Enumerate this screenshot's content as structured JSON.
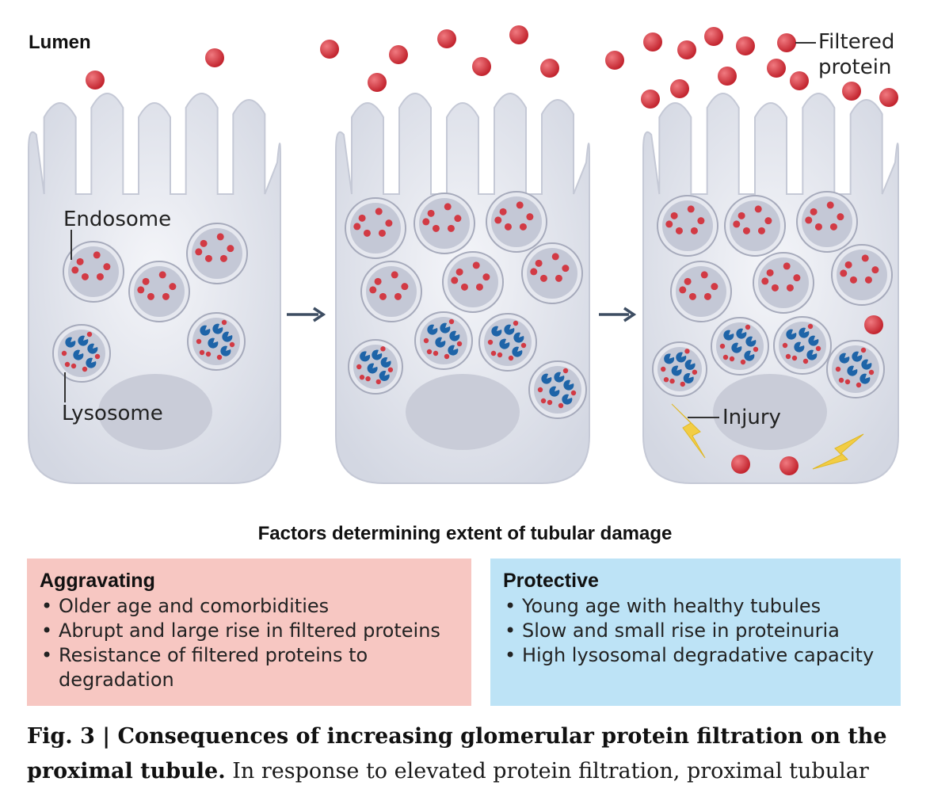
{
  "labels": {
    "lumen": "Lumen",
    "endosome": "Endosome",
    "lysosome": "Lysosome",
    "filtered_protein_line1": "Filtered",
    "filtered_protein_line2": "protein",
    "injury": "Injury"
  },
  "factors": {
    "title": "Factors determining extent of tubular damage",
    "aggravating": {
      "heading": "Aggravating",
      "items": [
        {
          "bullet": "•",
          "text": "Older age and comorbidities"
        },
        {
          "bullet": "•",
          "text": "Abrupt and large rise in filtered proteins"
        },
        {
          "bullet": "•",
          "text": "Resistance of filtered proteins to degradation"
        }
      ]
    },
    "protective": {
      "heading": "Protective",
      "items": [
        {
          "bullet": "•",
          "text": "Young age with healthy tubules"
        },
        {
          "bullet": "•",
          "text": "Slow and small rise in proteinuria"
        },
        {
          "bullet": "•",
          "text": "High lysosomal degradative capacity"
        }
      ]
    }
  },
  "caption": {
    "bold": "Fig. 3 | Consequences of increasing glomerular protein filtration on the proximal tubule.",
    "text": " In response to elevated protein filtration, proximal tubular"
  },
  "colors": {
    "cell_fill": "#dfe2ea",
    "cell_outline": "#c5c9d6",
    "vesicle_inner": "#c4c8d6",
    "protein": "#d23a44",
    "lysosome_blue": "#1e64a8",
    "injury_bolt": "#f2cd45",
    "arrow": "#3d4d62",
    "aggravating_bg": "#f7c7c2",
    "protective_bg": "#bde3f6"
  }
}
